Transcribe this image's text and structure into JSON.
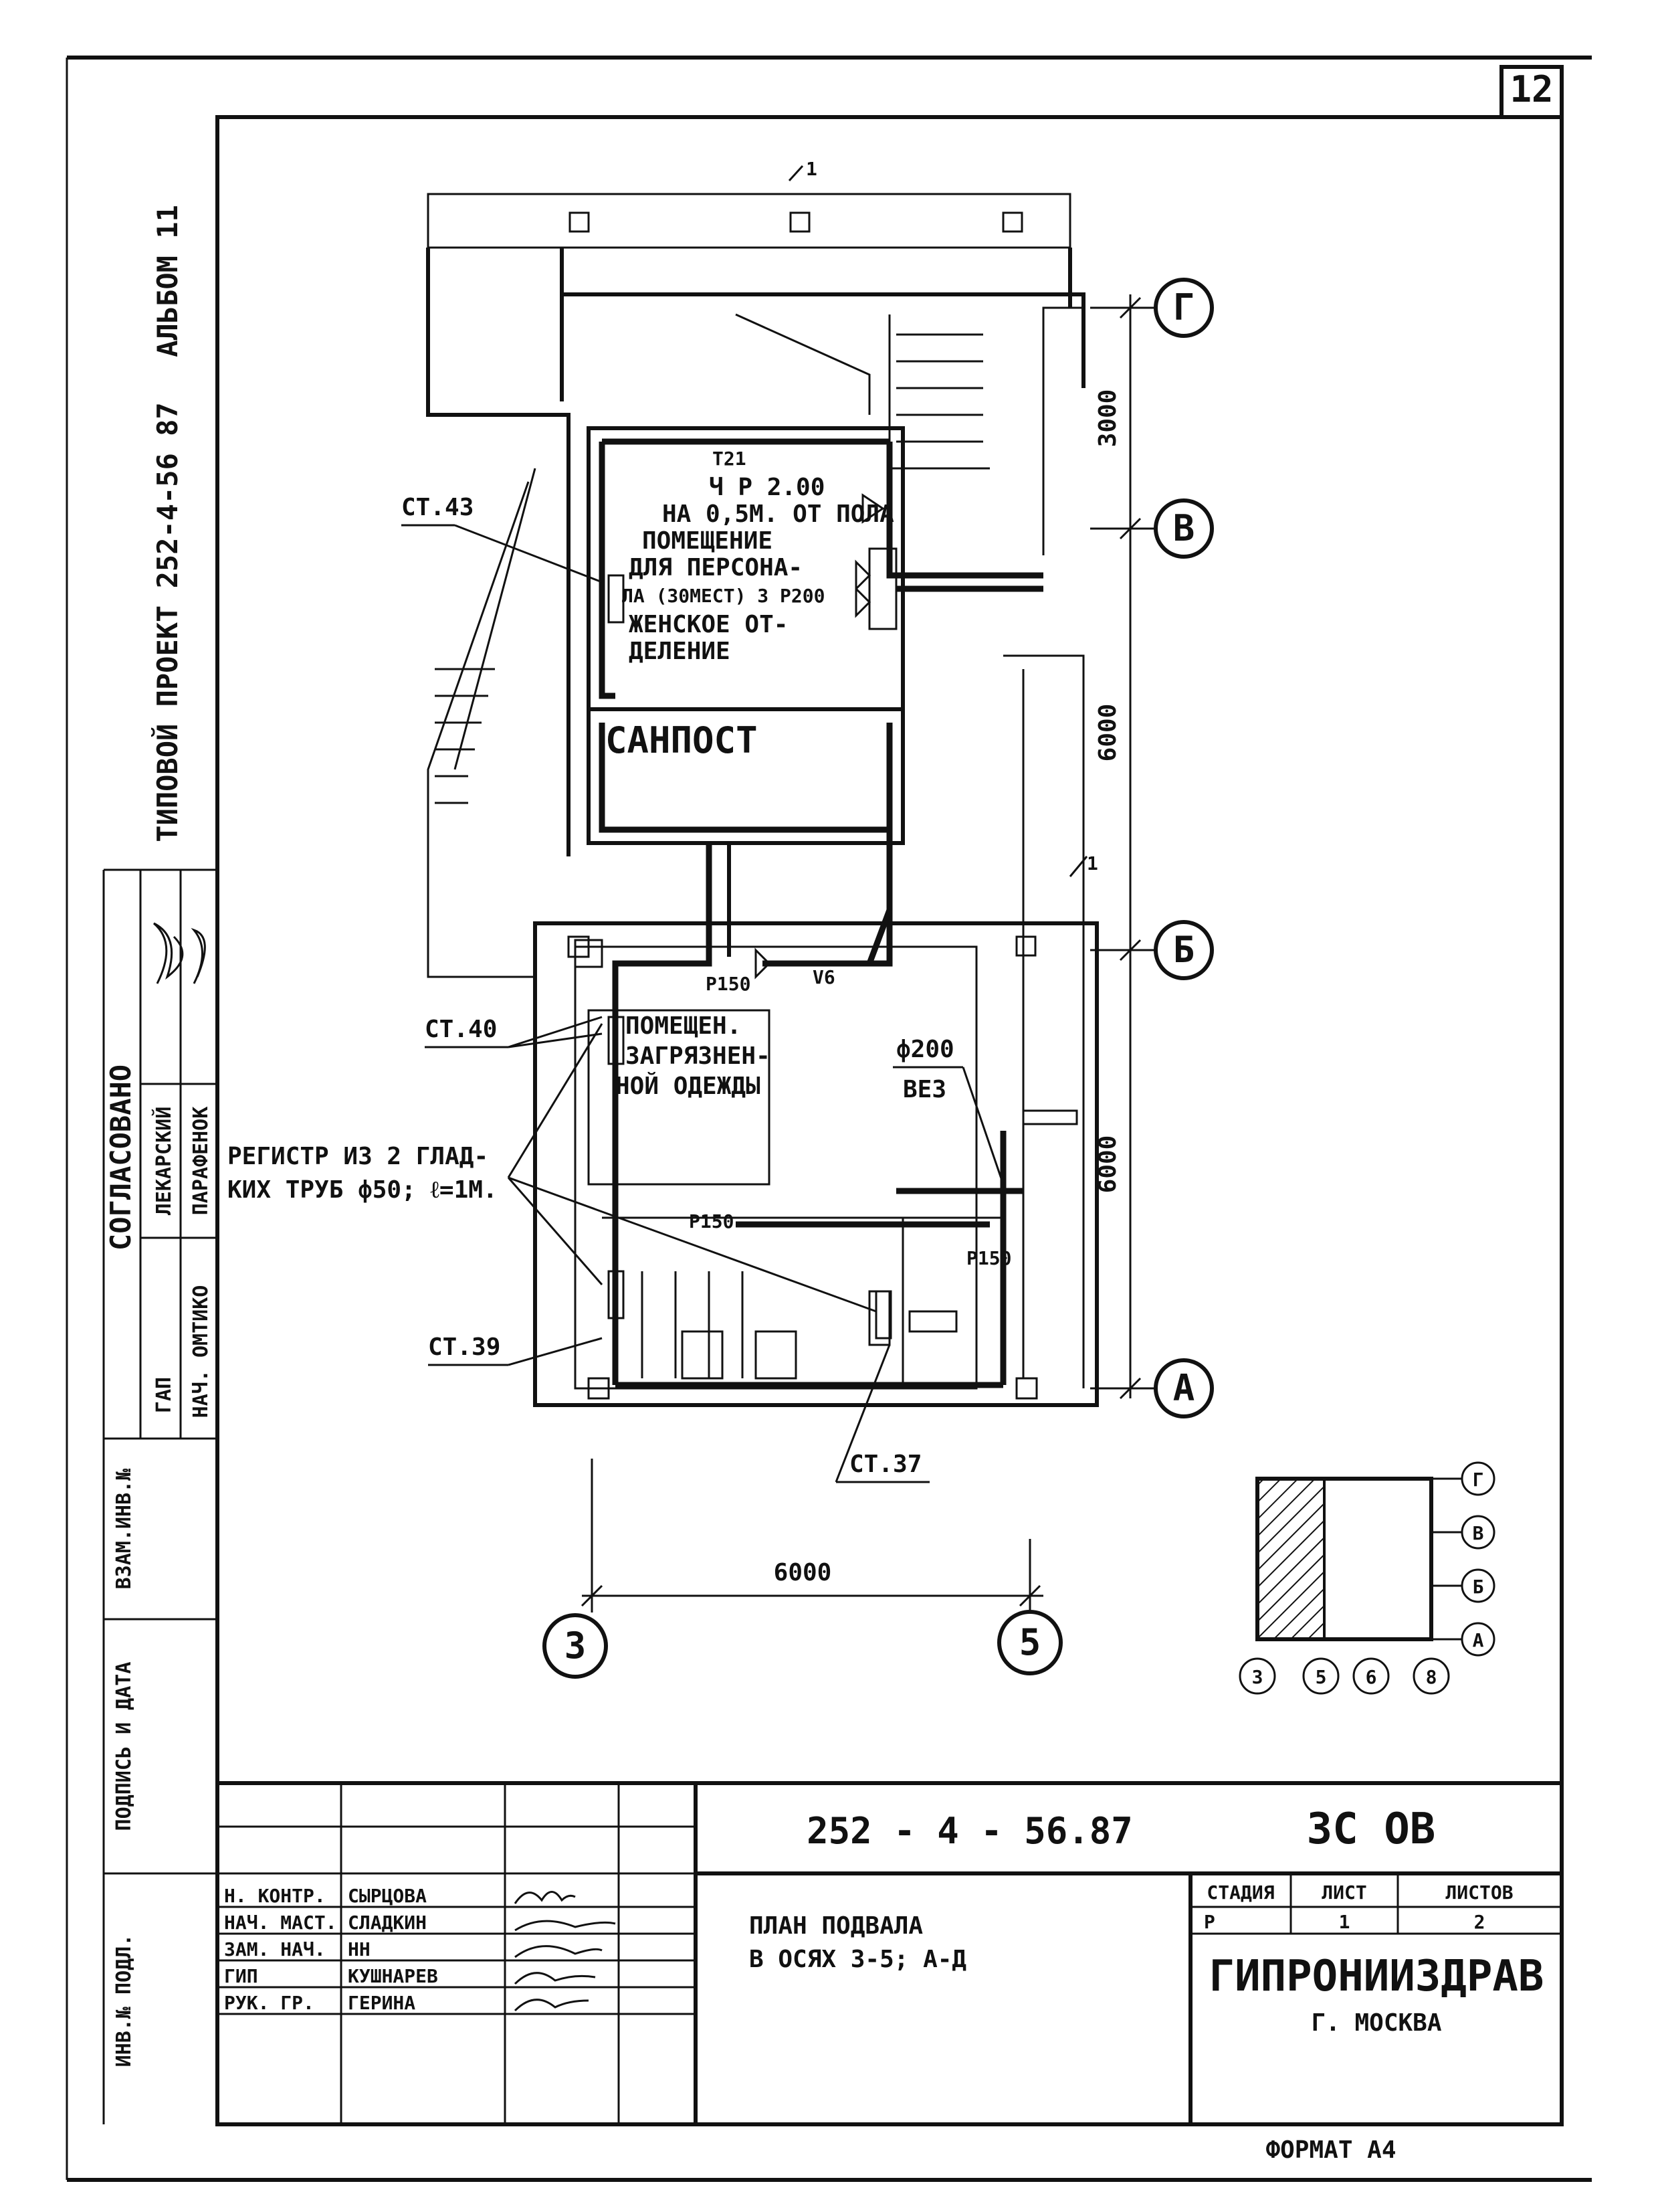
{
  "page_number": "12",
  "side_strip": {
    "album": "АЛЬБОМ 11",
    "project": "ТИПОВОЙ ПРОЕКТ 252-4-56 87",
    "approval_header": "СОГЛАСОВАНО",
    "approvals": [
      {
        "role": "ГАП",
        "name": "ЛЕКАРСКИЙ"
      },
      {
        "role": "НАЧ. ОМТИКО",
        "name": "ПАРАФЕНОК"
      }
    ],
    "bottom_fields": [
      "ВЗАМ.ИНВ.№",
      "ПОДПИСЬ И ДАТА",
      "ИНВ.№ ПОДЛ."
    ]
  },
  "plan": {
    "grid_axes_rows": [
      "Г",
      "В",
      "Б",
      "А"
    ],
    "grid_axes_cols": [
      "3",
      "5"
    ],
    "dims_vertical": [
      "3000",
      "6000",
      "6000"
    ],
    "dim_horizontal": "6000",
    "section_mark_top": "1",
    "section_mark_mid": "1",
    "rooms": {
      "staff_room": [
        "Т21",
        "Ч Р 2.00",
        "НА 0,5М. ОТ ПОЛА",
        "ПОМЕЩЕНИЕ",
        "ДЛЯ ПЕРСОНА-",
        "ЛА (30МЕСТ) 3 Р200",
        "ЖЕНСКОЕ ОТ-",
        "ДЕЛЕНИЕ"
      ],
      "sanpost": "САНПОСТ",
      "dirty_clothes": [
        "ПОМЕЩЕН.",
        "ЗАГРЯЗНЕН-",
        "НОЙ ОДЕЖДЫ"
      ]
    },
    "annotations": {
      "st43": "СТ.43",
      "st40": "СТ.40",
      "st39": "СТ.39",
      "st37": "СТ.37",
      "register": [
        "РЕГИСТР ИЗ 2 ГЛАД-",
        "КИХ ТРУБ ф50; ℓ=1М."
      ],
      "p150_a": "Р150",
      "p150_b": "Р150",
      "p150_c": "Р150",
      "v6": "V6",
      "d200": "ф200",
      "vez": "ВЕЗ"
    }
  },
  "key_plan": {
    "rows": [
      "Г",
      "В",
      "Б",
      "А"
    ],
    "cols": [
      "3",
      "5",
      "6",
      "8"
    ]
  },
  "title_block": {
    "doc_code": "252 - 4 - 56.87",
    "mark": "ЗС  ОВ",
    "staff": [
      {
        "role": "Н. КОНТР.",
        "name": "СЫРЦОВА"
      },
      {
        "role": "НАЧ. МАСТ.",
        "name": "СЛАДКИН"
      },
      {
        "role": "ЗАМ. НАЧ.",
        "name": "НН"
      },
      {
        "role": "ГИП",
        "name": "КУШНАРЕВ"
      },
      {
        "role": "РУК. ГР.",
        "name": "ГЕРИНА"
      }
    ],
    "sheet_title": [
      "ПЛАН ПОДВАЛА",
      "В ОСЯХ 3-5; А-Д"
    ],
    "stage_header": "СТАДИЯ",
    "sheet_header": "ЛИСТ",
    "sheets_header": "ЛИСТОВ",
    "stage": "Р",
    "sheet": "1",
    "sheets": "2",
    "org": "ГИПРОНИИЗДРАВ",
    "city": "Г. МОСКВА"
  },
  "format": "ФОРМАТ А4"
}
